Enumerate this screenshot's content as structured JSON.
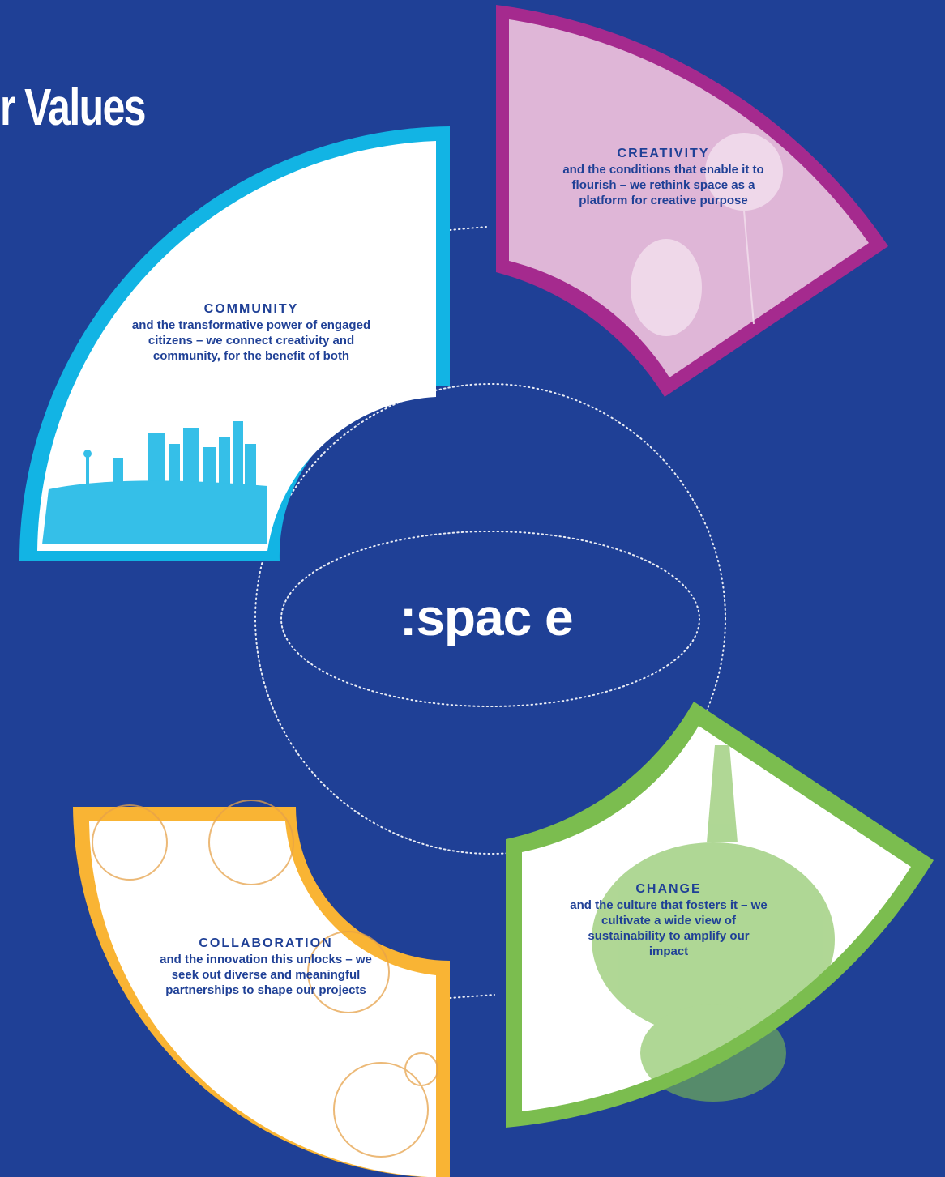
{
  "heading": "r Values",
  "logo": ":spac e",
  "colors": {
    "background": "#1f4096",
    "community": "#12b4e4",
    "creativity": "#a52a8e",
    "change": "#7bbd4f",
    "collaboration": "#f9b434",
    "text": "#1f4096"
  },
  "values": {
    "community": {
      "title": "COMMUNITY",
      "body": "and the transformative power of engaged citizens – we connect creativity and community, for the benefit of both"
    },
    "creativity": {
      "title": "CREATIVITY",
      "body": "and the conditions that enable it to flourish – we rethink space as a platform for creative purpose"
    },
    "change": {
      "title": "CHANGE",
      "body": "and the culture that fosters it – we cultivate a wide view of sustainability to amplify our impact"
    },
    "collaboration": {
      "title": "COLLABORATION",
      "body": "and the innovation this unlocks – we seek out diverse and meaningful partnerships to shape our projects"
    }
  }
}
